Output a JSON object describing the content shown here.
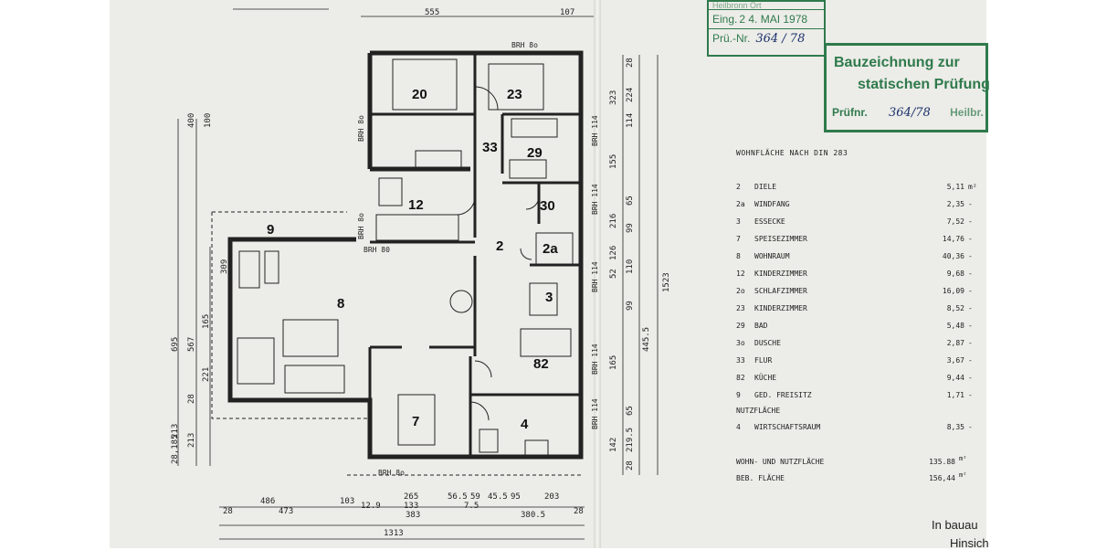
{
  "rooms": [
    {
      "num": "20"
    },
    {
      "num": "23"
    },
    {
      "num": "33"
    },
    {
      "num": "29"
    },
    {
      "num": "12"
    },
    {
      "num": "30"
    },
    {
      "num": "9"
    },
    {
      "num": "2"
    },
    {
      "num": "2a"
    },
    {
      "num": "8"
    },
    {
      "num": "3"
    },
    {
      "num": "82"
    },
    {
      "num": "7"
    },
    {
      "num": "4"
    }
  ],
  "plan_labels": {
    "brh80_top": "BRH 8o",
    "brh80_left": "BRH 8o",
    "brh80_mid": "BRH 8o",
    "brh80_bottom": "BRH 8o",
    "brh80_w": "BRH 80",
    "brh114_a": "BRH 114",
    "brh114_b": "BRH 114",
    "brh114_c": "BRH 114",
    "brh114_d": "BRH 114",
    "brh114_e": "BRH 114"
  },
  "dims_top": [
    "555",
    "107",
    "400",
    "100"
  ],
  "dims_bottom": [
    "486",
    "103",
    "265",
    "56.5",
    "59",
    "45.5",
    "95",
    "203",
    "28",
    "473",
    "12.9",
    "133",
    "7.5",
    "28",
    "383",
    "380.5",
    "1313"
  ],
  "dims_right": [
    "28",
    "224",
    "323",
    "114",
    "155",
    "65",
    "216",
    "99",
    "52",
    "126",
    "110",
    "99",
    "165",
    "445.5",
    "142",
    "65",
    "219.5",
    "28",
    "1523"
  ],
  "dims_left": [
    "309",
    "567",
    "695",
    "165",
    "221",
    "213",
    "28",
    "213",
    "28,185"
  ],
  "stamp_received": {
    "top_text": "Heilbronn Ort",
    "date_label": "Eing.",
    "date_value": "2 4. MAI 1978",
    "pruef_label": "Prü.-Nr.",
    "pruef_value": "364 / 78"
  },
  "stamp_check": {
    "line1": "Bauzeichnung zur",
    "line2": "statischen Prüfung",
    "pruef_label": "Prüfnr.",
    "pruef_value": "364/78",
    "trail": "Heilbr."
  },
  "area_table": {
    "title": "WOHNFLÄCHE NACH DIN 283",
    "rows": [
      {
        "num": "2",
        "name": "DIELE",
        "value": "5,11",
        "unit": "m²"
      },
      {
        "num": "2a",
        "name": "WINDFANG",
        "value": "2,35",
        "unit": "-"
      },
      {
        "num": "3",
        "name": "ESSECKE",
        "value": "7,52",
        "unit": "-"
      },
      {
        "num": "7",
        "name": "SPEISEZIMMER",
        "value": "14,76",
        "unit": "-"
      },
      {
        "num": "8",
        "name": "WOHNRAUM",
        "value": "40,36",
        "unit": "-"
      },
      {
        "num": "12",
        "name": "KINDERZIMMER",
        "value": "9,68",
        "unit": "-"
      },
      {
        "num": "2o",
        "name": "SCHLAFZIMMER",
        "value": "16,09",
        "unit": "-"
      },
      {
        "num": "23",
        "name": "KINDERZIMMER",
        "value": "8,52",
        "unit": "-"
      },
      {
        "num": "29",
        "name": "BAD",
        "value": "5,48",
        "unit": "-"
      },
      {
        "num": "3o",
        "name": "DUSCHE",
        "value": "2,87",
        "unit": "-"
      },
      {
        "num": "33",
        "name": "FLUR",
        "value": "3,67",
        "unit": "-"
      },
      {
        "num": "82",
        "name": "KÜCHE",
        "value": "9,44",
        "unit": "-"
      },
      {
        "num": "9",
        "name": "GED. FREISITZ",
        "value": "1,71",
        "unit": "-"
      }
    ],
    "nutz_title": "NUTZFLÄCHE",
    "nutz_rows": [
      {
        "num": "4",
        "name": "WIRTSCHAFTSRAUM",
        "value": "8,35",
        "unit": "-"
      }
    ],
    "total_label": "WOHN- UND NUTZFLÄCHE",
    "total_value": "135.88",
    "total_unit": "m²",
    "beb_label": "BEB. FLÄCHE",
    "beb_value": "156,44",
    "beb_unit": "m²"
  },
  "corner_text": {
    "line1": "In bauau",
    "line2": "Hinsich"
  }
}
